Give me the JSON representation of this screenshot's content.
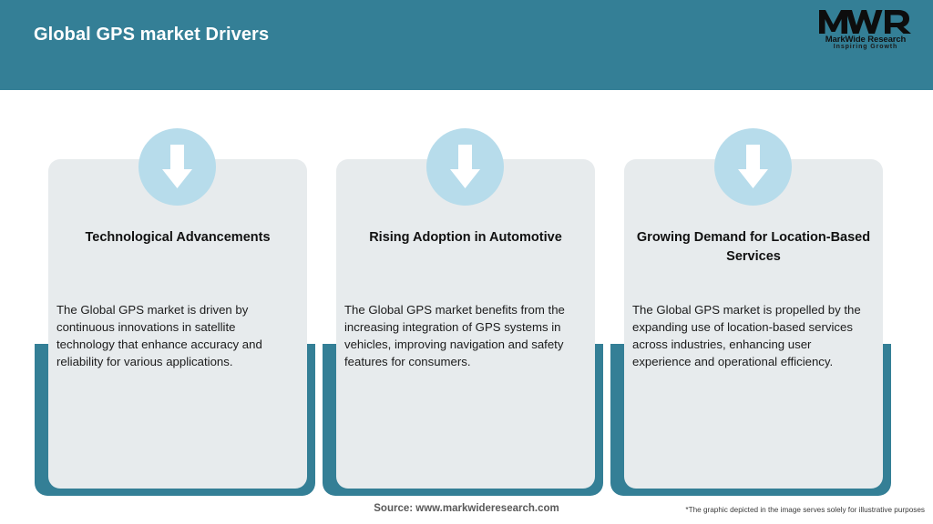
{
  "header": {
    "title": "Global GPS market Drivers",
    "bg_color": "#347f96",
    "title_color": "#ffffff"
  },
  "logo": {
    "mark": "MWR",
    "name": "MarkWide Research",
    "tagline": "Inspiring Growth"
  },
  "theme": {
    "accent": "#347f96",
    "card_bg": "#e7ebed",
    "circle": "#b7dceb",
    "arrow": "#ffffff"
  },
  "cards": [
    {
      "icon": "arrow-down-icon",
      "title": "Technological Advancements",
      "body": "The Global GPS market is driven by continuous innovations in satellite technology that enhance accuracy and reliability for various applications."
    },
    {
      "icon": "arrow-down-icon",
      "title": "Rising Adoption in Automotive",
      "body": "The Global GPS market benefits from the increasing integration of GPS systems in vehicles, improving navigation and safety features for consumers."
    },
    {
      "icon": "arrow-down-icon",
      "title": "Growing Demand for Location-Based Services",
      "body": "The Global GPS market is propelled by the expanding use of location-based services across industries, enhancing user experience and operational efficiency."
    }
  ],
  "footer": {
    "source": "Source: www.markwideresearch.com",
    "note": "*The graphic depicted in the image serves solely for illustrative purposes"
  }
}
